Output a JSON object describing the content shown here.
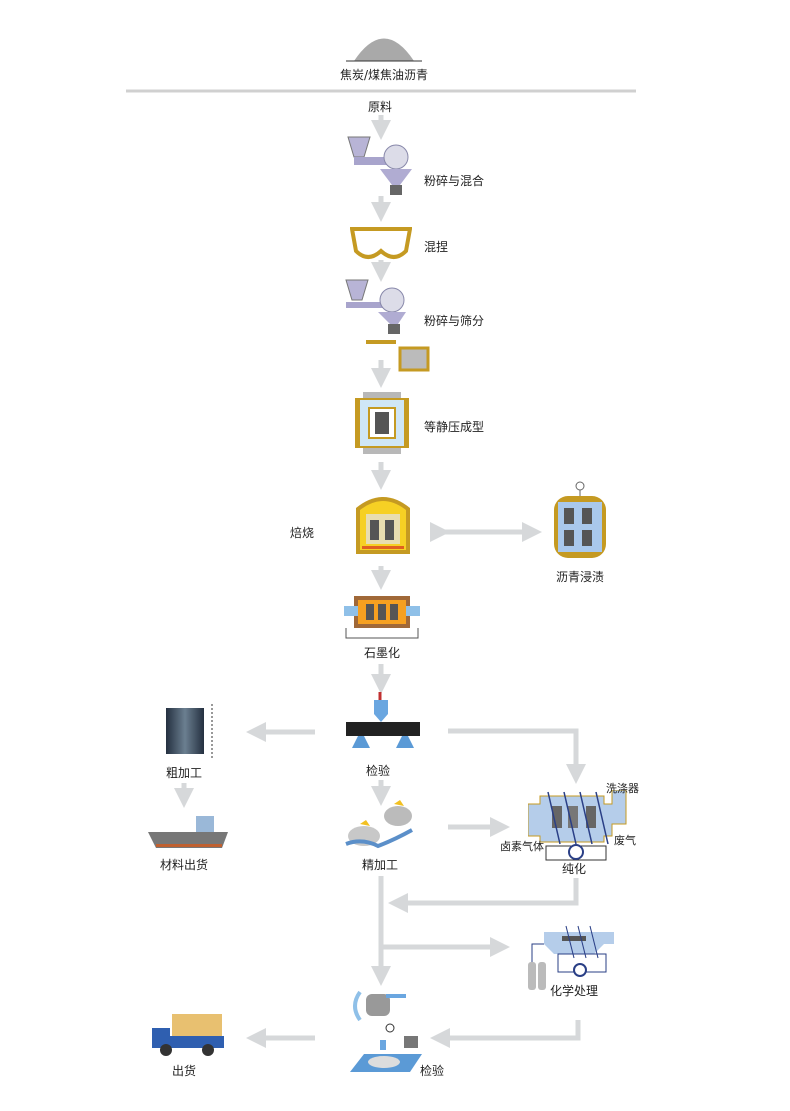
{
  "title": "焦炭/煤焦油沥青",
  "steps": {
    "raw": "原料",
    "crush_mix": "粉碎与混合",
    "knead": "混捏",
    "crush_sieve": "粉碎与筛分",
    "isostatic": "等静压成型",
    "bake": "焙烧",
    "impregnate": "沥青浸渍",
    "graphitize": "石墨化",
    "inspect1": "检验",
    "rough": "粗加工",
    "ship_material": "材料出货",
    "finish": "精加工",
    "purify": "纯化",
    "halogen": "卤素气体",
    "scrubber": "洗涤器",
    "exhaust": "废气",
    "chemical": "化学处理",
    "inspect2": "检验",
    "ship": "出货"
  },
  "colors": {
    "arrow": "#d6d8da",
    "gold": "#c8a02a",
    "blue": "#5b8fc9",
    "grey": "#8a8a8a"
  }
}
